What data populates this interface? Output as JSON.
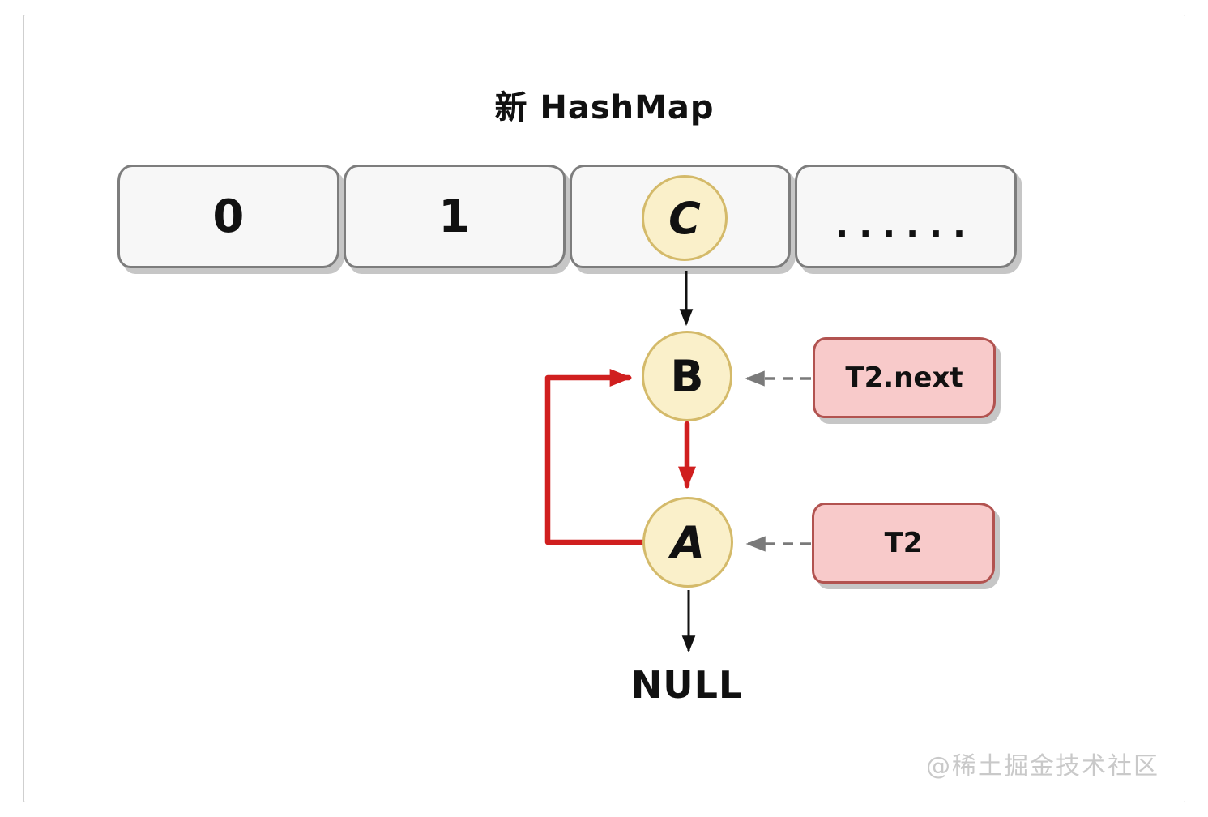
{
  "title": "新 HashMap",
  "buckets": [
    "0",
    "1",
    "",
    "......"
  ],
  "nodes": {
    "c": "C",
    "b": "B",
    "a": "A"
  },
  "null_label": "NULL",
  "pointers": [
    {
      "label": "T2.next",
      "points_to": "B"
    },
    {
      "label": "T2",
      "points_to": "A"
    }
  ],
  "watermark": "@稀土掘金技术社区",
  "colors": {
    "accent-red": "#d01f1f",
    "node-fill": "#faf0ca",
    "node-border": "#d4ba6a",
    "pointer-fill": "#f8caca",
    "pointer-border": "#b25350",
    "bucket-fill": "#f7f7f7",
    "bucket-border": "#7d7d7d",
    "arrow-gray": "#7a7a7a",
    "ink": "#111111",
    "shadow": "#c6c6c6",
    "watermark-gray": "#c9c9c9"
  }
}
